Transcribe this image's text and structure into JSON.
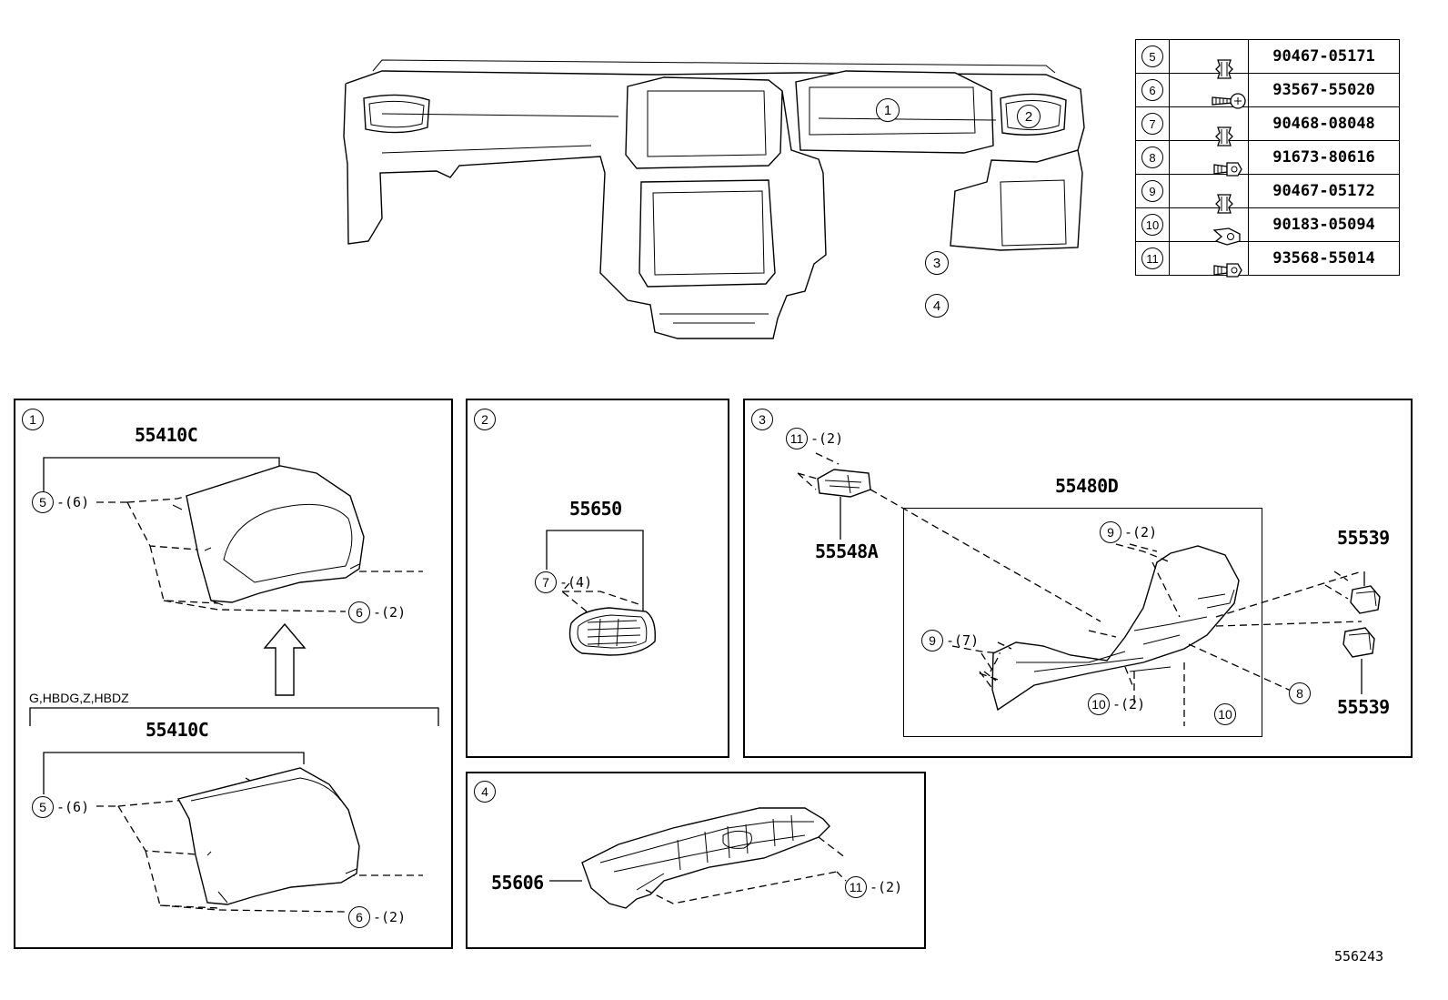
{
  "fastener_table": [
    {
      "ref": "5",
      "part": "90467-05171",
      "icon": "clip-icon"
    },
    {
      "ref": "6",
      "part": "93567-55020",
      "icon": "screw-icon"
    },
    {
      "ref": "7",
      "part": "90468-08048",
      "icon": "clip-icon"
    },
    {
      "ref": "8",
      "part": "91673-80616",
      "icon": "bolt-icon"
    },
    {
      "ref": "9",
      "part": "90467-05172",
      "icon": "clip-icon"
    },
    {
      "ref": "10",
      "part": "90183-05094",
      "icon": "nut-icon"
    },
    {
      "ref": "11",
      "part": "93568-55014",
      "icon": "bolt-icon"
    }
  ],
  "overview": {
    "callouts": [
      "1",
      "2",
      "3",
      "4"
    ]
  },
  "panel1": {
    "index": "1",
    "upper": {
      "part": "55410C",
      "ref5": "5",
      "qty5": "-(6)",
      "ref6": "6",
      "qty6": "-(2)"
    },
    "variant_note": "G,HBDG,Z,HBDZ",
    "lower": {
      "part": "55410C",
      "ref5": "5",
      "qty5": "-(6)",
      "ref6": "6",
      "qty6": "-(2)"
    }
  },
  "panel2": {
    "index": "2",
    "part": "55650",
    "ref7": "7",
    "qty7": "-(4)"
  },
  "panel3": {
    "index": "3",
    "ref11": "11",
    "qty11": "-(2)",
    "part_bracket": "55548A",
    "part_main": "55480D",
    "ref9a": "9",
    "qty9a": "-(2)",
    "ref9b": "9",
    "qty9b": "-(7)",
    "ref10a": "10",
    "qty10a": "-(2)",
    "ref10b": "10",
    "ref8": "8",
    "part_plug_a": "55539",
    "part_plug_b": "55539"
  },
  "panel4": {
    "index": "4",
    "part": "55606",
    "ref11": "11",
    "qty11": "-(2)"
  },
  "diagram_number": "556243"
}
